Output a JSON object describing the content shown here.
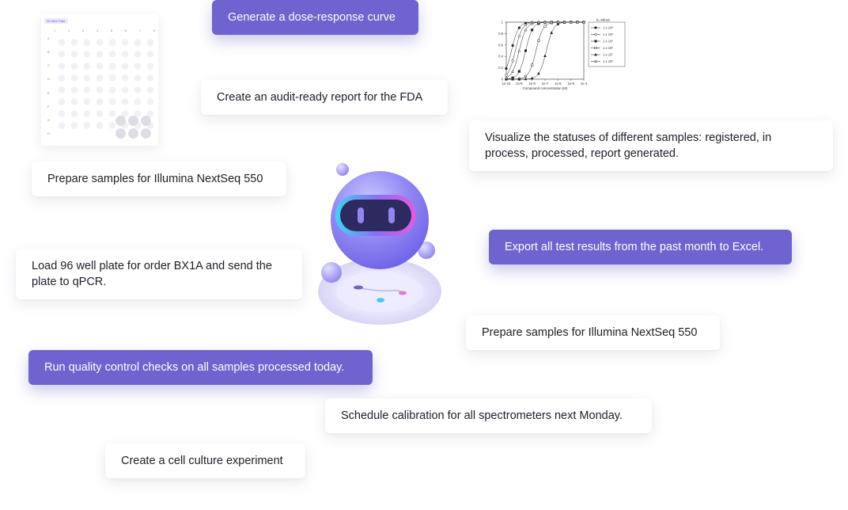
{
  "prompts": {
    "dose_response": "Generate a dose-response curve",
    "fda_report": "Create an audit-ready report for the FDA",
    "visualize_statuses": "Visualize the statuses of different samples: registered, in process, processed, report generated.",
    "illumina_left": "Prepare samples for Illumina NextSeq 550",
    "load_plate": "Load 96 well plate for order BX1A and send the plate to qPCR.",
    "export_results": "Export all test results from the past month to Excel.",
    "illumina_right": "Prepare samples for Illumina NextSeq 550",
    "quality_control": "Run quality control checks on all samples processed today.",
    "schedule_calibration": "Schedule calibration for all spectrometers next Monday.",
    "cell_culture": "Create a cell culture experiment"
  },
  "plate": {
    "tag": "96 Well Plate",
    "columns": [
      "1",
      "2",
      "3",
      "4",
      "5",
      "6",
      "7",
      "8"
    ],
    "rows": [
      "A",
      "B",
      "C",
      "D",
      "E",
      "F",
      "G",
      "H"
    ]
  },
  "colors": {
    "accent": "#6e63cf",
    "card_bg": "#ffffff",
    "text": "#1d1d2b"
  },
  "chart_data": {
    "type": "line",
    "xlabel": "Compound concentration (M)",
    "ylabel": "",
    "x_ticks": [
      "1e-10",
      "1e-9",
      "1e-8",
      "1e-7",
      "1e-6",
      "1e-5",
      "1e-4"
    ],
    "y_ticks": [
      "0",
      "0.2",
      "0.4",
      "0.6",
      "0.8",
      "1"
    ],
    "ylim": [
      0,
      1
    ],
    "legend_title": "k₂ values",
    "legend_position": "top-right",
    "series": [
      {
        "name": "1 x 10⁸",
        "ec50_log": -9.6
      },
      {
        "name": "1 x 10⁵",
        "ec50_log": -9.3
      },
      {
        "name": "1 x 10⁶",
        "ec50_log": -8.5
      },
      {
        "name": "1 x 10⁵",
        "ec50_log": -7.7
      },
      {
        "name": "1 x 10⁷",
        "ec50_log": -6.9
      },
      {
        "name": "1 x 10⁵",
        "ec50_log": -9.0
      }
    ]
  }
}
